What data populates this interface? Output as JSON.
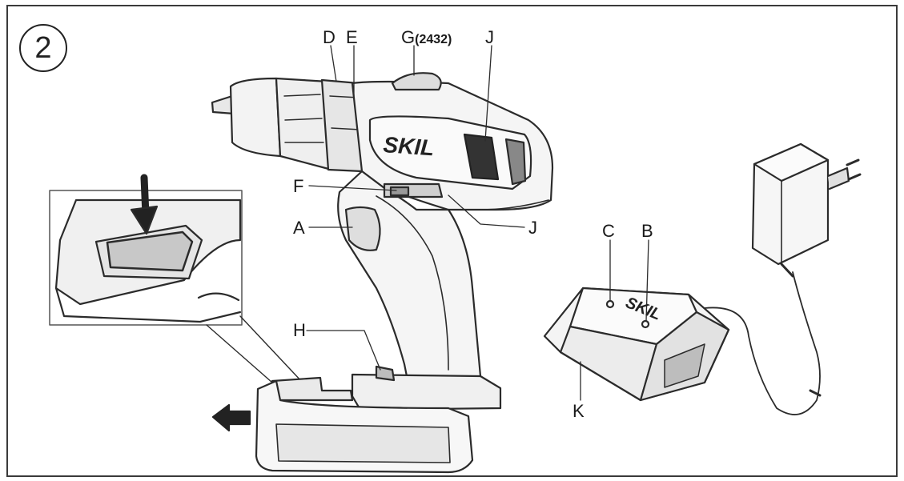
{
  "figure_number": "2",
  "labels": {
    "A": "A",
    "B": "B",
    "C": "C",
    "D": "D",
    "E": "E",
    "F": "F",
    "G": "G",
    "G_model": "(2432)",
    "H": "H",
    "J_top": "J",
    "J_side": "J",
    "K": "K"
  },
  "brand": {
    "drill": "SKIL",
    "charger": "SKIL"
  },
  "colors": {
    "line": "#2b2b2b",
    "fill_light": "#f2f2f2",
    "fill_mid": "#d9d9d9",
    "fill_dark": "#9a9a9a",
    "frame": "#3a3a3a"
  }
}
